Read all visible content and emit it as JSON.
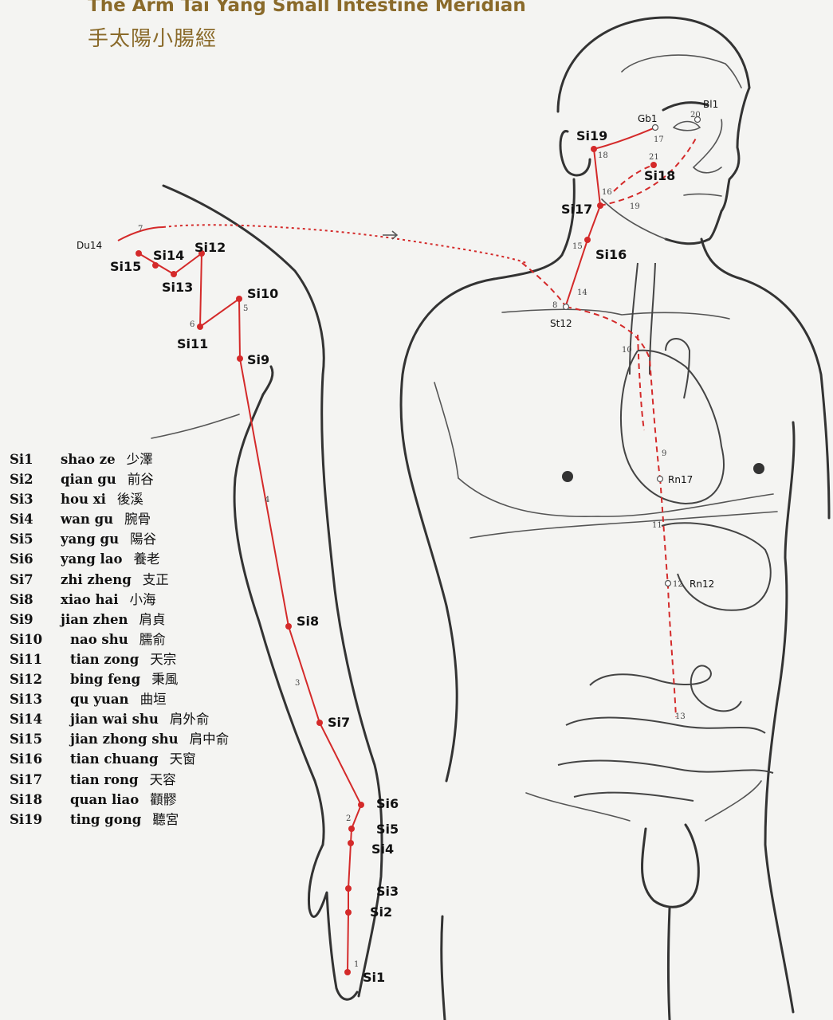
{
  "title": "The Arm Tai Yang Small Intestine Meridian",
  "subtitle": "手太陽小腸經",
  "colors": {
    "meridian": "#d42a2a",
    "title": "#8a6a2a",
    "outline": "#333333"
  },
  "points": {
    "Si1": "Si1",
    "Si2": "Si2",
    "Si3": "Si3",
    "Si4": "Si4",
    "Si5": "Si5",
    "Si6": "Si6",
    "Si7": "Si7",
    "Si8": "Si8",
    "Si9": "Si9",
    "Si10": "Si10",
    "Si11": "Si11",
    "Si12": "Si12",
    "Si13": "Si13",
    "Si14": "Si14",
    "Si15": "Si15",
    "Si16": "Si16",
    "Si17": "Si17",
    "Si18": "Si18",
    "Si19": "Si19",
    "Du14": "Du14",
    "St12": "St12",
    "Gb1": "Gb1",
    "Bl1": "Bl1",
    "Rn17": "Rn17",
    "Rn12": "Rn12"
  },
  "path_numbers": {
    "n1": "1",
    "n2": "2",
    "n3": "3",
    "n4": "4",
    "n5": "5",
    "n6": "6",
    "n7": "7",
    "n8": "8",
    "n9": "9",
    "n10": "10",
    "n11": "11",
    "n12": "12",
    "n13": "13",
    "n14": "14",
    "n15": "15",
    "n16": "16",
    "n17": "17",
    "n18": "18",
    "n19": "19",
    "n20": "20",
    "n21": "21"
  },
  "legend": [
    {
      "code": "Si1",
      "pinyin": "shao ze",
      "chinese": "少澤"
    },
    {
      "code": "Si2",
      "pinyin": "qian gu",
      "chinese": "前谷"
    },
    {
      "code": "Si3",
      "pinyin": "hou xi",
      "chinese": "後溪"
    },
    {
      "code": "Si4",
      "pinyin": "wan gu",
      "chinese": "腕骨"
    },
    {
      "code": "Si5",
      "pinyin": "yang gu",
      "chinese": "陽谷"
    },
    {
      "code": "Si6",
      "pinyin": "yang lao",
      "chinese": "養老"
    },
    {
      "code": "Si7",
      "pinyin": "zhi zheng",
      "chinese": "支正"
    },
    {
      "code": "Si8",
      "pinyin": "xiao hai",
      "chinese": "小海"
    },
    {
      "code": "Si9",
      "pinyin": "jian zhen",
      "chinese": "肩貞"
    },
    {
      "code": "Si10",
      "pinyin": "nao shu",
      "chinese": "臑俞"
    },
    {
      "code": "Si11",
      "pinyin": "tian zong",
      "chinese": "天宗"
    },
    {
      "code": "Si12",
      "pinyin": "bing feng",
      "chinese": "秉風"
    },
    {
      "code": "Si13",
      "pinyin": "qu yuan",
      "chinese": "曲垣"
    },
    {
      "code": "Si14",
      "pinyin": "jian wai shu",
      "chinese": "肩外俞"
    },
    {
      "code": "Si15",
      "pinyin": "jian zhong shu",
      "chinese": "肩中俞"
    },
    {
      "code": "Si16",
      "pinyin": "tian chuang",
      "chinese": "天窗"
    },
    {
      "code": "Si17",
      "pinyin": "tian rong",
      "chinese": "天容"
    },
    {
      "code": "Si18",
      "pinyin": "quan liao",
      "chinese": "顴髎"
    },
    {
      "code": "Si19",
      "pinyin": "ting gong",
      "chinese": "聽宮"
    }
  ]
}
